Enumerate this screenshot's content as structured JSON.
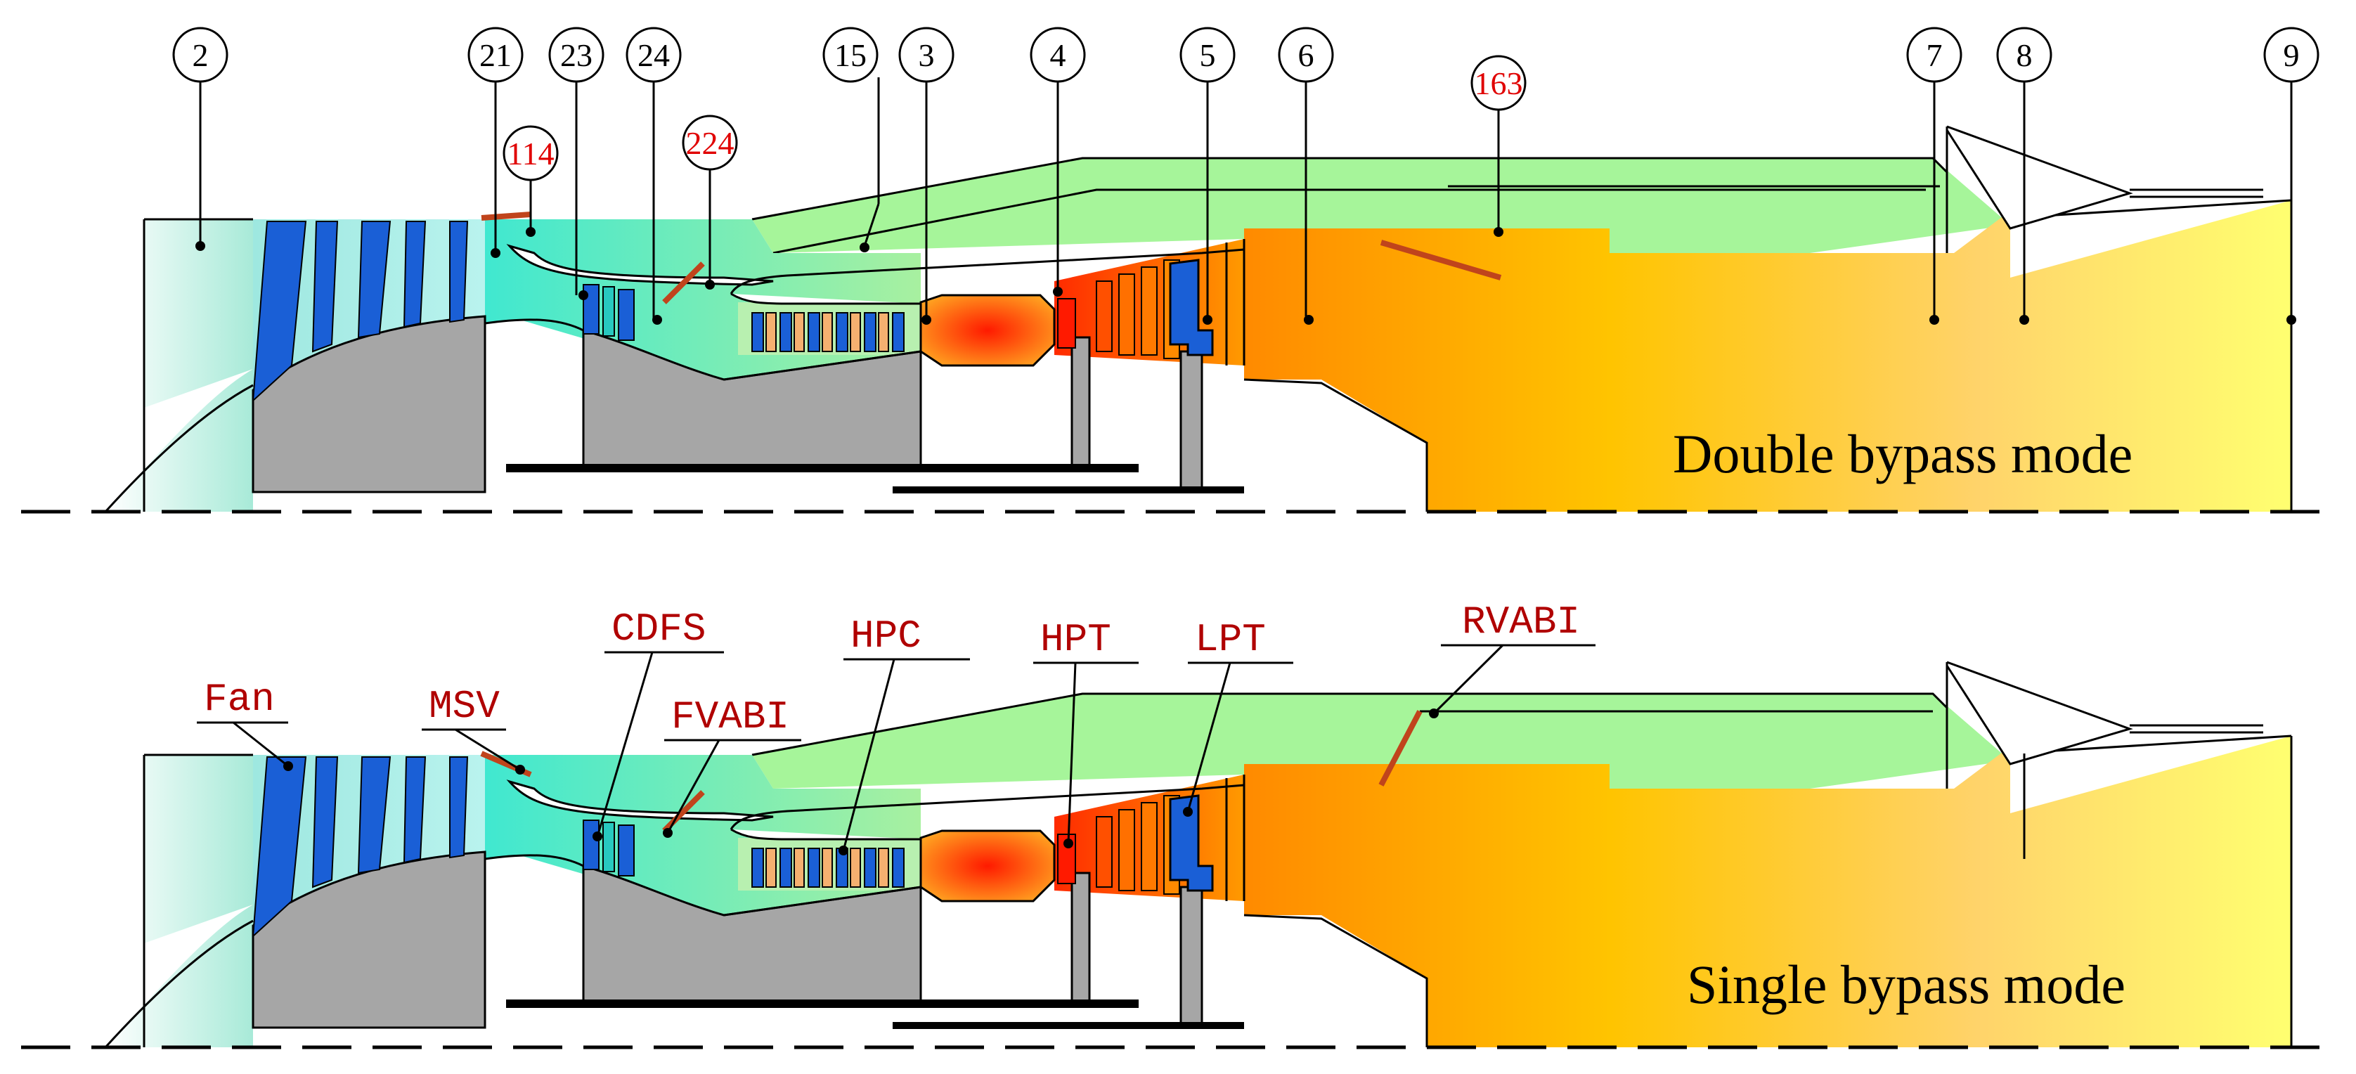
{
  "panels": {
    "top": {
      "mode_label": "Double bypass mode"
    },
    "bottom": {
      "mode_label": "Single bypass mode"
    }
  },
  "stations": [
    {
      "id": "s2",
      "label": "2",
      "color": "#000000"
    },
    {
      "id": "s21",
      "label": "21",
      "color": "#000000"
    },
    {
      "id": "s23",
      "label": "23",
      "color": "#000000"
    },
    {
      "id": "s24",
      "label": "24",
      "color": "#000000"
    },
    {
      "id": "s15",
      "label": "15",
      "color": "#000000"
    },
    {
      "id": "s3",
      "label": "3",
      "color": "#000000"
    },
    {
      "id": "s4",
      "label": "4",
      "color": "#000000"
    },
    {
      "id": "s5",
      "label": "5",
      "color": "#000000"
    },
    {
      "id": "s6",
      "label": "6",
      "color": "#000000"
    },
    {
      "id": "s7",
      "label": "7",
      "color": "#000000"
    },
    {
      "id": "s8",
      "label": "8",
      "color": "#000000"
    },
    {
      "id": "s9",
      "label": "9",
      "color": "#000000"
    },
    {
      "id": "s114",
      "label": "114",
      "color": "#e00000"
    },
    {
      "id": "s224",
      "label": "224",
      "color": "#e00000"
    },
    {
      "id": "s163",
      "label": "163",
      "color": "#e00000"
    }
  ],
  "components": [
    {
      "id": "fan",
      "label": "Fan"
    },
    {
      "id": "msv",
      "label": "MSV"
    },
    {
      "id": "cdfs",
      "label": "CDFS"
    },
    {
      "id": "fvabi",
      "label": "FVABI"
    },
    {
      "id": "hpc",
      "label": "HPC"
    },
    {
      "id": "hpt",
      "label": "HPT"
    },
    {
      "id": "lpt",
      "label": "LPT"
    },
    {
      "id": "rvabi",
      "label": "RVABI"
    }
  ],
  "colors": {
    "hub": "#a6a6a6",
    "blade": "#1a5fd6",
    "bypass": "#a6f0a0",
    "core_inlet": "#b8f5e8",
    "combustor": "#ff3300",
    "exhaust_hot": "#ffa500",
    "exhaust_cool": "#ffff66",
    "valve": "#c0441c",
    "label_red": "#e00000"
  }
}
